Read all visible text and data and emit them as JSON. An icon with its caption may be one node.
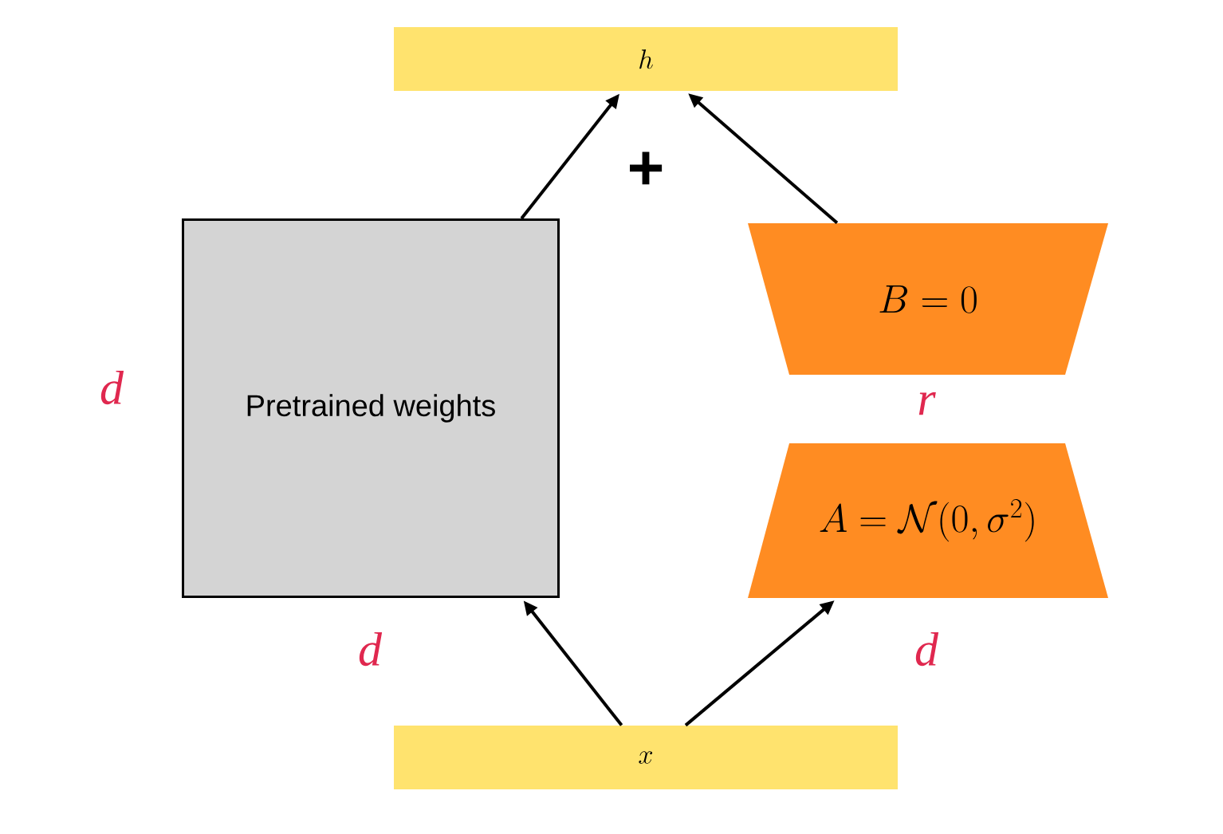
{
  "diagram": {
    "nodes": [
      {
        "text": [
          "h"
        ]
      },
      {
        "text": [
          "Pretrained weights"
        ]
      },
      {
        "text": [
          "B = 0"
        ]
      },
      {
        "text": [
          "A = \\mathcal{N}(0,\\sigma^2)"
        ]
      },
      {
        "text": [
          "x"
        ]
      }
    ],
    "edges": [
      {
        "from": 1,
        "to": 0,
        "arrow": "to"
      },
      {
        "from": 2,
        "to": 0,
        "arrow": "to"
      },
      {
        "from": 4,
        "to": 1,
        "arrow": "to"
      },
      {
        "from": 4,
        "to": 3,
        "arrow": "to"
      }
    ],
    "labels": [
      "+",
      "d",
      "r",
      "d",
      "d"
    ]
  }
}
